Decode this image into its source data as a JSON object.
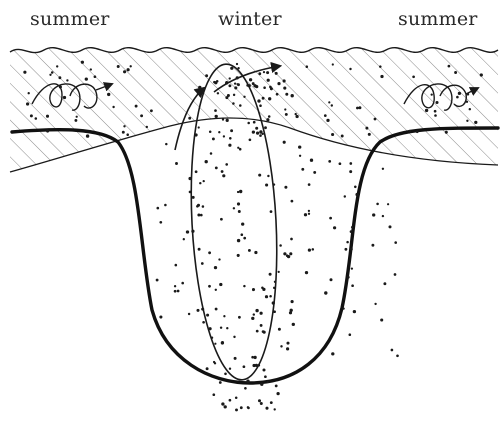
{
  "labels": {
    "left": "summer",
    "center": "winter",
    "right": "summer"
  },
  "colors": {
    "line": "#1a1a1a",
    "hatch": "#8a8a8a",
    "dot": "#1a1a1a",
    "background": "#ffffff"
  },
  "icons": {
    "left_eddy": "swirl-arrow-icon",
    "right_eddy": "swirl-arrow-icon",
    "convection": "curved-arrow-icon"
  }
}
